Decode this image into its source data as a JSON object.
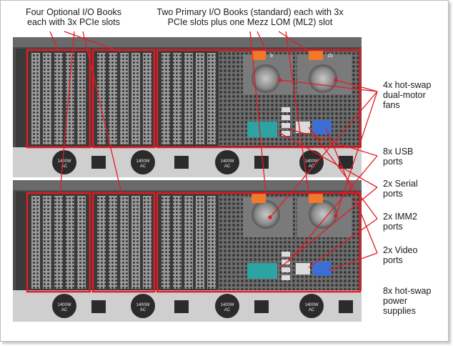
{
  "captions": {
    "optional_books": [
      "Four Optional I/O Books",
      "each with 3x PCIe slots"
    ],
    "primary_books": [
      "Two Primary I/O Books (standard) each with 3x",
      "PCIe  slots plus one Mezz LOM (ML2) slot"
    ]
  },
  "labels": {
    "fans": [
      "4x hot-swap",
      "dual-motor",
      "fans"
    ],
    "usb": [
      "8x USB",
      "ports"
    ],
    "serial": [
      "2x Serial",
      "ports"
    ],
    "imm2": [
      "2x IMM2",
      "ports"
    ],
    "video": [
      "2x Video",
      "ports"
    ],
    "psu": [
      "8x hot-swap",
      "power",
      "supplies"
    ]
  },
  "hardware_text": {
    "psu_rating": "1400W",
    "psu_ac": "AC",
    "fan_numbers": [
      "9",
      "10"
    ]
  },
  "colors": {
    "highlight": "#e31b23",
    "chassis": "#5a5a5a",
    "fan_latch": "#f07a2a",
    "serial_port": "#2ea3a3",
    "video_port": "#3b6fd6"
  }
}
